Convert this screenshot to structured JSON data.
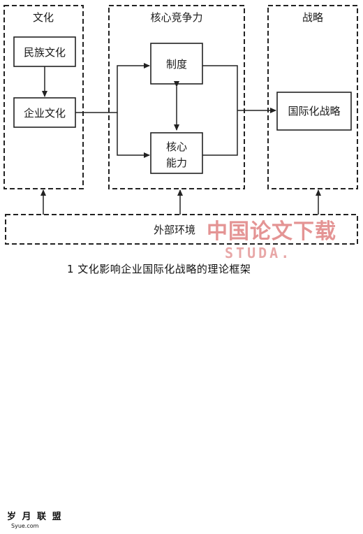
{
  "diagram": {
    "regions": {
      "culture": {
        "title": "文化"
      },
      "core": {
        "title": "核心竞争力"
      },
      "strategy": {
        "title": "战略"
      },
      "environment": {
        "label": "外部环境"
      }
    },
    "nodes": {
      "ethnic_culture": "民族文化",
      "corporate_culture": "企业文化",
      "system": "制度",
      "capability": [
        "核心",
        "能力"
      ],
      "internationalization_strategy": "国际化战略"
    }
  },
  "caption": {
    "logo_main": "岁 月 联 盟",
    "logo_sub": "Syue.com",
    "text": "1  文化影响企业国际化战略的理论框架"
  },
  "watermark": {
    "main": "中国论文下载",
    "sub": "STUDA."
  },
  "colors": {
    "line": "#222222",
    "watermark": "#cd3c3c"
  }
}
